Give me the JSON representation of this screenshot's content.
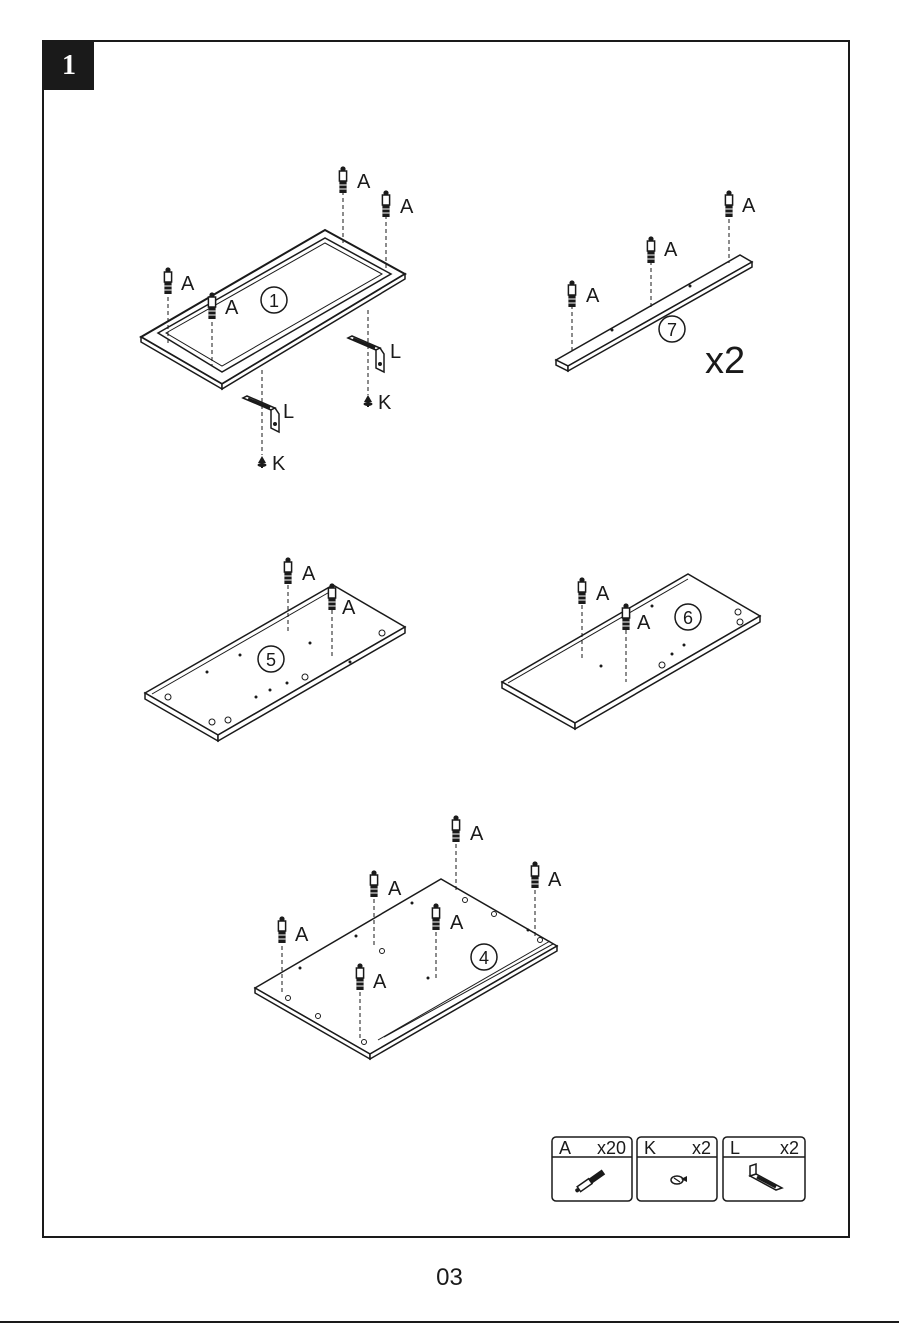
{
  "step": "1",
  "page_number": "03",
  "panel_1": {
    "part": "1",
    "dowel": "A",
    "bracket": "L",
    "screw": "K"
  },
  "panel_7": {
    "part": "7",
    "dowel": "A",
    "quantity": "x2"
  },
  "panel_5": {
    "part": "5",
    "dowel": "A"
  },
  "panel_6": {
    "part": "6",
    "dowel": "A"
  },
  "panel_4": {
    "part": "4",
    "dowel": "A"
  },
  "hardware": [
    {
      "letter": "A",
      "qty": "x20",
      "icon": "dowel-icon"
    },
    {
      "letter": "K",
      "qty": "x2",
      "icon": "screw-icon"
    },
    {
      "letter": "L",
      "qty": "x2",
      "icon": "bracket-icon"
    }
  ]
}
